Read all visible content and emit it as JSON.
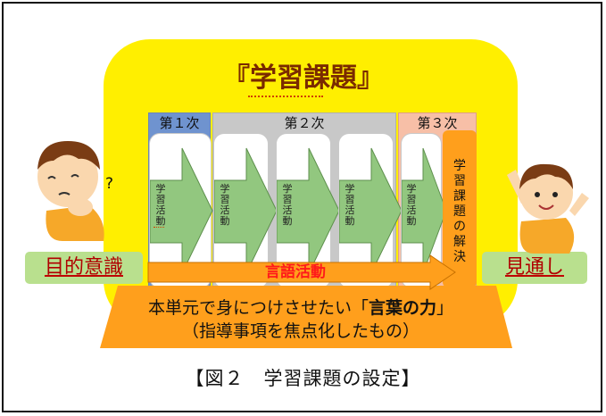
{
  "diagram": {
    "title": "『学習課題』",
    "phases": [
      "第１次",
      "第２次",
      "第３次"
    ],
    "activity_label": "学習活動",
    "resolution": "学習課題の解決",
    "flow_label": "言語活動",
    "left_label": "目的意識",
    "right_label": "見通し",
    "question_mark": "?",
    "base_line1_prefix": "本単元で身につけさせたい「",
    "base_line1_emphasis": "言葉の力",
    "base_line1_suffix": "」",
    "base_line2": "（指導事項を焦点化したもの）"
  },
  "caption": "【図２　学習課題の設定】",
  "colors": {
    "yellow_background": "#ffef00",
    "phase1": "#6f93cf",
    "phase2": "#c8c8c8",
    "phase3": "#f7bfa7",
    "activity_arrow": "#92c77f",
    "orange": "#ff9f1c",
    "label_green": "#b9e08e",
    "emphasis_red": "#b00000"
  }
}
